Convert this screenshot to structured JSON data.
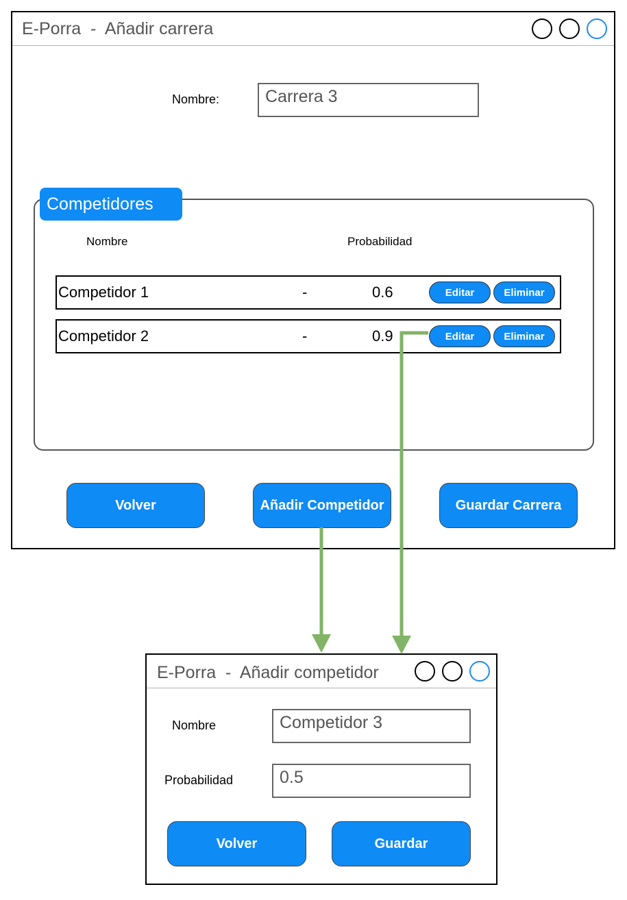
{
  "main_window": {
    "title": "E-Porra  -  Añadir carrera",
    "name_label": "Nombre:",
    "name_value": "Carrera 3",
    "group_title": "Competidores",
    "columns": {
      "name": "Nombre",
      "probability": "Probabilidad"
    },
    "competitors": [
      {
        "name": "Competidor 1",
        "separator": "-",
        "probability": "0.6",
        "edit_label": "Editar",
        "delete_label": "Eliminar"
      },
      {
        "name": "Competidor 2",
        "separator": "-",
        "probability": "0.9",
        "edit_label": "Editar",
        "delete_label": "Eliminar"
      }
    ],
    "buttons": {
      "back": "Volver",
      "add_competitor": "Añadir Competidor",
      "save_race": "Guardar Carrera"
    }
  },
  "dialog_window": {
    "title": "E-Porra  -  Añadir competidor",
    "name_label": "Nombre",
    "name_value": "Competidor 3",
    "probability_label": "Probabilidad",
    "probability_value": "0.5",
    "buttons": {
      "back": "Volver",
      "save": "Guardar"
    }
  },
  "colors": {
    "accent": "#0f8bf5",
    "connector": "#82b366",
    "window_border": "#000000"
  }
}
